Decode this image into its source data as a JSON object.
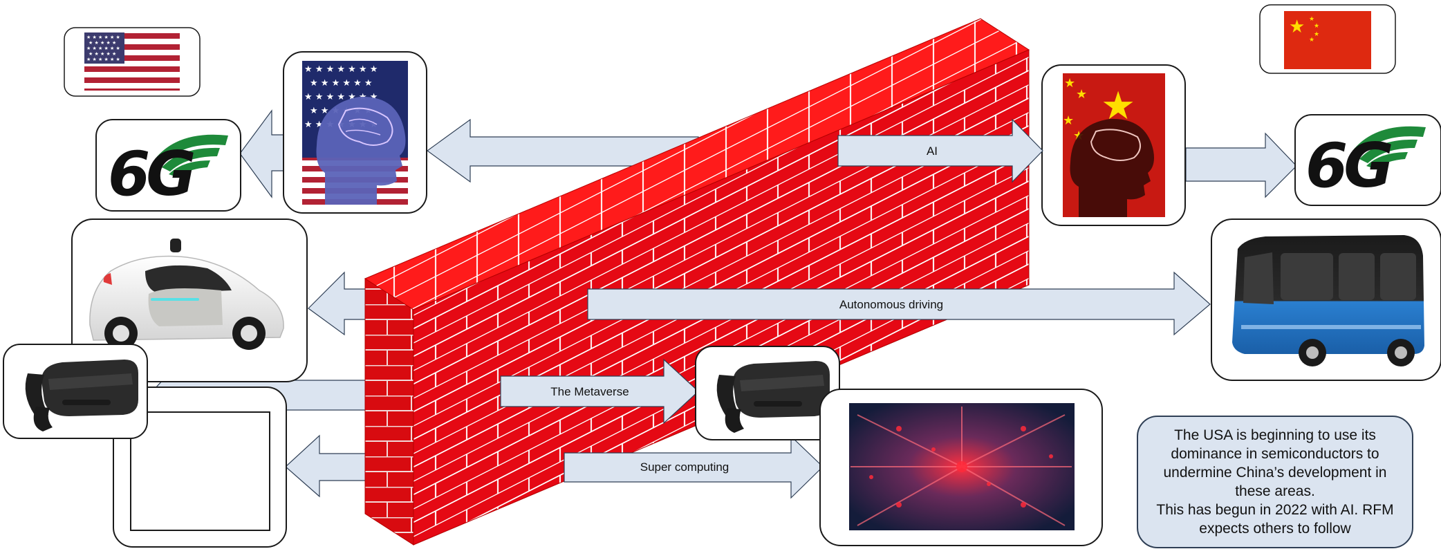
{
  "arrows": {
    "ai": "AI",
    "autonomous_driving": "Autonomous driving",
    "metaverse": "The Metaverse",
    "super_computing": "Super computing"
  },
  "network_logos": {
    "usa": "6G",
    "china": "6G"
  },
  "icons": {
    "usa_flag": "us-flag-icon",
    "china_flag": "china-flag-icon",
    "firewall": "brick-wall-icon",
    "ai_usa": "ai-brain-usa-icon",
    "ai_china": "ai-brain-china-icon",
    "car": "self-driving-car-icon",
    "bus": "autonomous-bus-icon",
    "vr_usa": "vr-headset-icon",
    "vr_china": "vr-headset-icon",
    "supercomputer": "supercomputer-icon"
  },
  "note": {
    "lines": [
      "The USA is beginning to use its",
      "dominance in semiconductors to",
      "undermine China’s development in",
      "these areas.",
      "This has begun in 2022 with AI. RFM",
      "expects others to follow"
    ]
  },
  "colors": {
    "wall_red": "#e30613",
    "arrow_fill": "#dbe4f0",
    "us_blue": "#1f2a6b",
    "us_red": "#b22234",
    "china_red": "#de2910",
    "china_yellow": "#ffde00",
    "network_green": "#1e8a3a"
  }
}
